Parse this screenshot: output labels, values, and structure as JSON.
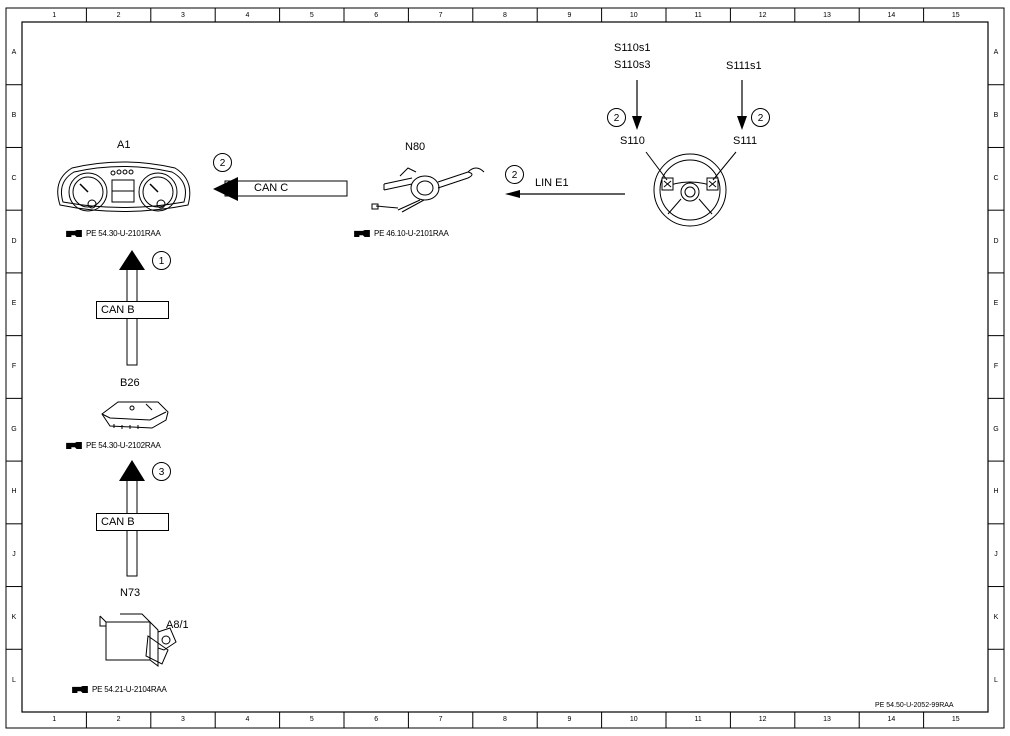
{
  "grid": {
    "columns": [
      "1",
      "2",
      "3",
      "4",
      "5",
      "6",
      "7",
      "8",
      "9",
      "10",
      "11",
      "12",
      "13",
      "14",
      "15"
    ],
    "rows": [
      "A",
      "B",
      "C",
      "D",
      "E",
      "F",
      "G",
      "H",
      "J",
      "K",
      "L"
    ]
  },
  "components": {
    "a1": {
      "label": "A1",
      "ref": "PE 54.30-U-2101RAA"
    },
    "n80": {
      "label": "N80",
      "ref": "PE 46.10-U-2101RAA"
    },
    "b26": {
      "label": "B26",
      "ref": "PE 54.30-U-2102RAA"
    },
    "n73": {
      "label": "N73",
      "sublabel": "A8/1",
      "ref": "PE 54.21-U-2104RAA"
    },
    "steering": {
      "switch_left_signals": [
        "S110s1",
        "S110s3"
      ],
      "switch_left": "S110",
      "switch_right_signal": "S111s1",
      "switch_right": "S111"
    }
  },
  "connections": {
    "can_c": {
      "bus": "CAN C",
      "circle": "2"
    },
    "lin_e1": {
      "bus": "LIN E1",
      "circle": "2"
    },
    "can_b_upper": {
      "bus": "CAN B",
      "circle": "1"
    },
    "can_b_lower": {
      "bus": "CAN B",
      "circle": "3"
    },
    "s110_circle": "2",
    "s111_circle": "2"
  },
  "footer_ref": "PE 54.50-U-2052-99RAA"
}
